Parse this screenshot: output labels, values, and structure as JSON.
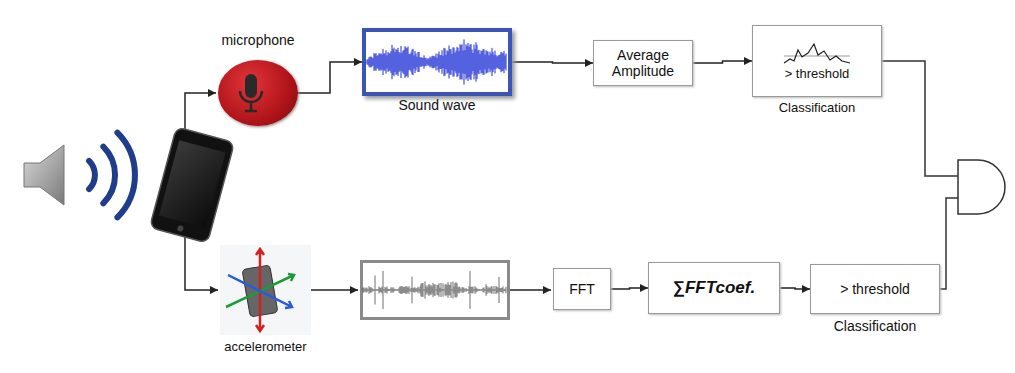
{
  "diagram": {
    "nodes": [
      {
        "text": [
          "microphone"
        ]
      },
      {
        "text": [
          "Sound wave"
        ]
      },
      {
        "text": [
          "Average Amplitude"
        ]
      },
      {
        "text": [
          "> threshold",
          "Classification"
        ]
      },
      {
        "text": [
          "accelerometer"
        ]
      },
      {
        "text": [
          "FFT"
        ]
      },
      {
        "text": [
          "∑FFTcoef."
        ]
      },
      {
        "text": [
          "> threshold",
          "Classification"
        ]
      }
    ],
    "edges": [
      {
        "from": 0,
        "to": 1,
        "arrow": "to"
      },
      {
        "from": 1,
        "to": 2,
        "arrow": "to"
      },
      {
        "from": 2,
        "to": 3,
        "arrow": "to"
      },
      {
        "from": 5,
        "to": 6,
        "arrow": "to"
      },
      {
        "from": 6,
        "to": 7,
        "arrow": "to"
      }
    ]
  }
}
